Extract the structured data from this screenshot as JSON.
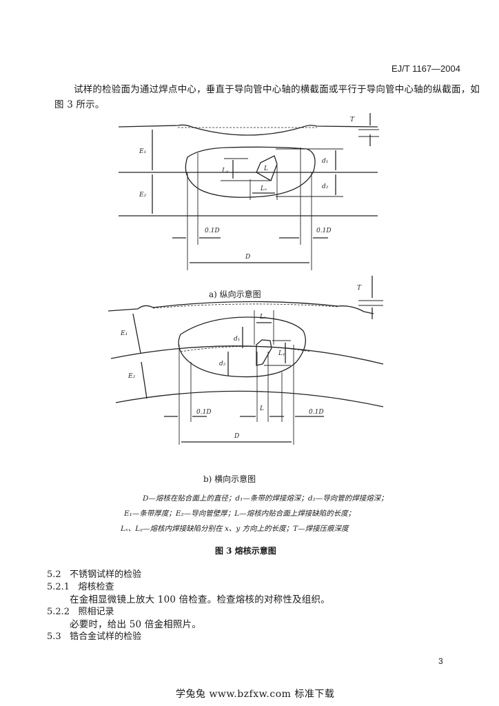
{
  "header": {
    "std_no": "EJ/T 1167—2004"
  },
  "intro": {
    "line1": "试样的检验面为通过焊点中心，垂直于导向管中心轴的横截面或平行于导向管中心轴的纵截面，如",
    "line2": "图 3 所示。"
  },
  "figure_a": {
    "caption": "a)  纵向示意图",
    "labels": {
      "T": "T",
      "E1": "E₁",
      "E2": "E₂",
      "d1": "d₁",
      "d2": "d₂",
      "Ly": "Lᵧ",
      "L": "L",
      "Lx": "Lₓ",
      "tenthD_left": "0.1D",
      "tenthD_right": "0.1D",
      "D": "D"
    }
  },
  "figure_b": {
    "caption": "b)  横向示意图",
    "labels": {
      "T": "T",
      "E1": "E₁",
      "E2": "E₂",
      "d1": "d₁",
      "d2": "d₂",
      "Lx": "Lₓ",
      "Ly": "Lᵧ",
      "L": "L",
      "tenthD_left": "0.1D",
      "tenthD_right": "0.1D",
      "D": "D"
    }
  },
  "legend": {
    "line1": "D—熔核在贴合面上的直径；d₁—条带的焊接熔深；d₂—导向管的焊接熔深；",
    "line2": "E₁—条带厚度；E₂—导向管壁厚；L—熔核内贴合面上焊接缺陷的长度；",
    "line3": "Lₓ、Lᵧ—熔核内焊接缺陷分别在 x、y 方向上的长度；T—焊接压痕深度"
  },
  "figure_title": "图 3   熔核示意图",
  "sections": [
    {
      "num": "5.2",
      "title": "不锈钢试样的检验"
    },
    {
      "num": "5.2.1",
      "title": "熔核检查"
    },
    {
      "num": "5.2.2",
      "title": "照相记录"
    },
    {
      "num": "5.3",
      "title": "锆合金试样的检验"
    }
  ],
  "paragraphs": {
    "p521": "在金相显微镜上放大 100 倍检查。检查熔核的对称性及组织。",
    "p522": "必要时，给出 50 倍金相照片。"
  },
  "page_number": "3",
  "watermark": "学兔兔 www.bzfxw.com 标准下载"
}
